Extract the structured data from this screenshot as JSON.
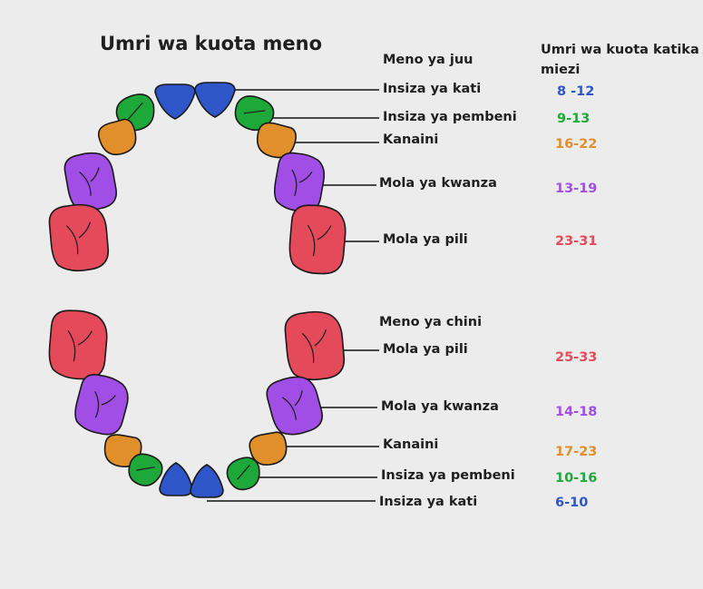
{
  "title": "Umri wa kuota meno",
  "age_column_header": "Umri wa kuota katika miezi",
  "colors": {
    "central_incisor": "#2f56c9",
    "lateral_incisor": "#1fa83a",
    "canine": "#e08f2b",
    "first_molar": "#a14ee6",
    "second_molar": "#e44a5a",
    "outline": "#1a1a1a",
    "background": "#ececec"
  },
  "upper": {
    "heading": "Meno ya juu",
    "rows": [
      {
        "label": "Insiza ya kati",
        "age": "8 -12",
        "color": "#2f56c9"
      },
      {
        "label": "Insiza ya pembeni",
        "age": "9-13",
        "color": "#1fa83a"
      },
      {
        "label": "Kanaini",
        "age": "16-22",
        "color": "#e08f2b"
      },
      {
        "label": "Mola ya kwanza",
        "age": "13-19",
        "color": "#a14ee6"
      },
      {
        "label": "Mola ya pili",
        "age": "23-31",
        "color": "#e44a5a"
      }
    ]
  },
  "lower": {
    "heading": "Meno ya chini",
    "rows": [
      {
        "label": "Mola ya pili",
        "age": "25-33",
        "color": "#e44a5a"
      },
      {
        "label": "Mola ya kwanza",
        "age": "14-18",
        "color": "#a14ee6"
      },
      {
        "label": "Kanaini",
        "age": "17-23",
        "color": "#e08f2b"
      },
      {
        "label": "Insiza ya pembeni",
        "age": "10-16",
        "color": "#1fa83a"
      },
      {
        "label": "Insiza ya kati",
        "age": "6-10",
        "color": "#2f56c9"
      }
    ]
  }
}
